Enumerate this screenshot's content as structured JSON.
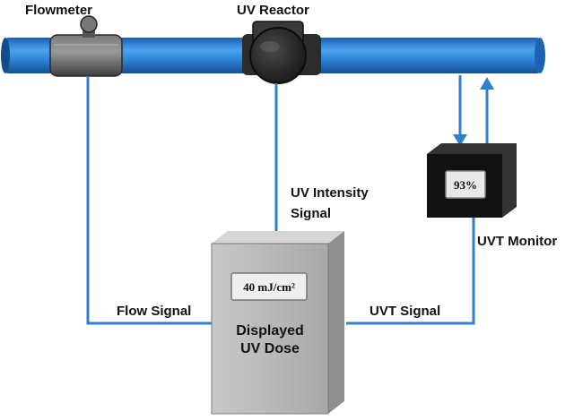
{
  "colors": {
    "pipe": "#2f86d8",
    "signal_line": "#2f7fcf",
    "reactor": "#2a2a2a",
    "flowmeter": "#5c5c5c",
    "dose_box": "#bdbdbd",
    "monitor": "#111111"
  },
  "labels": {
    "flowmeter": "Flowmeter",
    "uv_reactor": "UV Reactor",
    "uv_intensity_1": "UV Intensity",
    "uv_intensity_2": "Signal",
    "uvt_monitor": "UVT Monitor",
    "flow_signal": "Flow Signal",
    "uvt_signal": "UVT Signal",
    "displayed_1": "Displayed",
    "displayed_2": "UV Dose"
  },
  "displays": {
    "dose_value": "40 mJ/cm²",
    "uvt_value": "93%"
  }
}
